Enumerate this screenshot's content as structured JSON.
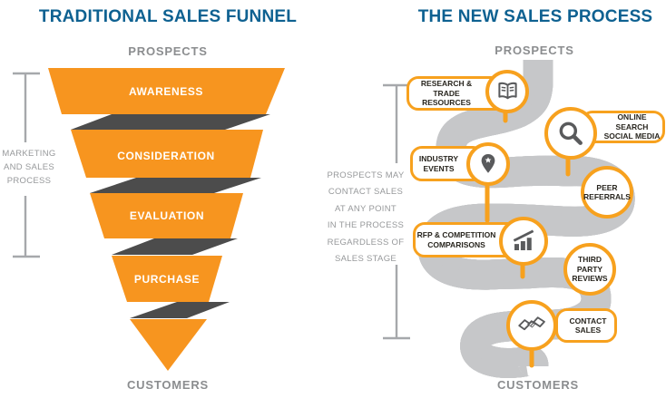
{
  "left_panel": {
    "title": "TRADITIONAL SALES FUNNEL",
    "top_label": "PROSPECTS",
    "bottom_label": "CUSTOMERS",
    "side_note_lines": [
      "MARKETING",
      "AND SALES",
      "PROCESS"
    ],
    "stages": [
      {
        "label": "AWARENESS"
      },
      {
        "label": "CONSIDERATION"
      },
      {
        "label": "EVALUATION"
      },
      {
        "label": "PURCHASE"
      }
    ]
  },
  "right_panel": {
    "title": "THE NEW SALES PROCESS",
    "top_label": "PROSPECTS",
    "bottom_label": "CUSTOMERS",
    "side_note_lines": [
      "PROSPECTS MAY",
      "CONTACT SALES",
      "AT ANY POINT",
      "IN THE PROCESS",
      "REGARDLESS OF",
      "SALES STAGE"
    ],
    "callouts": [
      {
        "id": "research",
        "label_lines": [
          "RESEARCH &",
          "TRADE RESOURCES"
        ],
        "icon": "open-book-icon"
      },
      {
        "id": "online-search",
        "label_lines": [
          "ONLINE SEARCH",
          "SOCIAL MEDIA"
        ],
        "icon": "search-icon"
      },
      {
        "id": "industry-events",
        "label_lines": [
          "INDUSTRY",
          "EVENTS"
        ],
        "icon": "map-pin-icon"
      },
      {
        "id": "peer-referrals",
        "label_lines": [
          "PEER",
          "REFERRALS"
        ],
        "icon": null
      },
      {
        "id": "rfp",
        "label_lines": [
          "RFP & COMPETITION",
          "COMPARISONS"
        ],
        "icon": "bar-chart-icon"
      },
      {
        "id": "third-party",
        "label_lines": [
          "THIRD",
          "PARTY",
          "REVIEWS"
        ],
        "icon": null
      },
      {
        "id": "contact-sales",
        "label_lines": [
          "CONTACT",
          "SALES"
        ],
        "icon": "handshake-icon"
      }
    ]
  },
  "colors": {
    "title_blue": "#0E6191",
    "funnel_orange": "#F7951F",
    "accent_orange": "#F7A11E",
    "band_gray": "#4C4C4C",
    "road_dark": "#383A3D",
    "text_gray": "#97999B",
    "icon_gray": "#595A5C"
  }
}
